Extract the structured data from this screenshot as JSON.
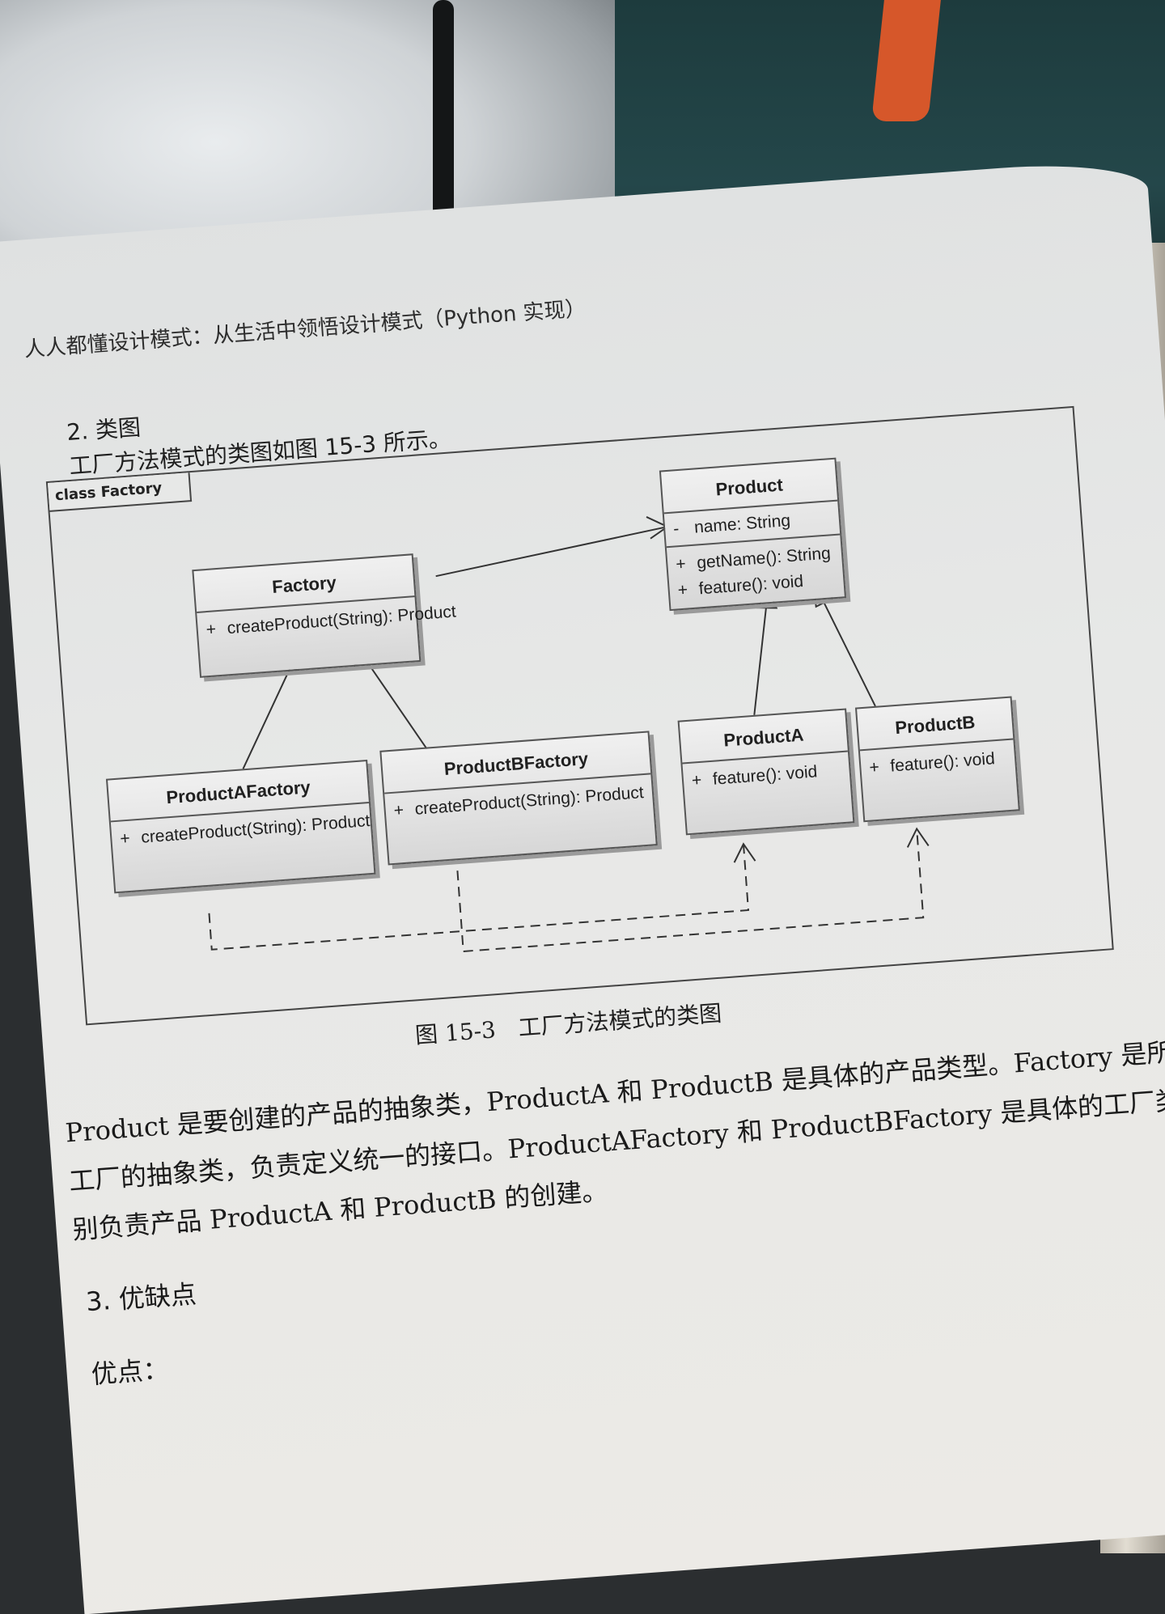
{
  "header": {
    "running_title": "人人都懂设计模式：从生活中领悟设计模式（Python 实现）"
  },
  "section_2": {
    "heading": "2. 类图",
    "intro": "工厂方法模式的类图如图 15-3 所示。"
  },
  "diagram": {
    "frame_label": "class Factory",
    "classes": {
      "factory": {
        "name": "Factory",
        "methods": [
          {
            "vis": "+",
            "sig": "createProduct(String): Product"
          }
        ]
      },
      "product": {
        "name": "Product",
        "attributes": [
          {
            "vis": "-",
            "sig": "name: String"
          }
        ],
        "methods": [
          {
            "vis": "+",
            "sig": "getName(): String"
          },
          {
            "vis": "+",
            "sig": "feature(): void"
          }
        ]
      },
      "product_a_factory": {
        "name": "ProductAFactory",
        "methods": [
          {
            "vis": "+",
            "sig": "createProduct(String): Product"
          }
        ]
      },
      "product_b_factory": {
        "name": "ProductBFactory",
        "methods": [
          {
            "vis": "+",
            "sig": "createProduct(String): Product"
          }
        ]
      },
      "product_a": {
        "name": "ProductA",
        "methods": [
          {
            "vis": "+",
            "sig": "feature(): void"
          }
        ]
      },
      "product_b": {
        "name": "ProductB",
        "methods": [
          {
            "vis": "+",
            "sig": "feature(): void"
          }
        ]
      }
    }
  },
  "figure_caption": "图 15-3　工厂方法模式的类图",
  "body": {
    "line1": "Product 是要创建的产品的抽象类，ProductA 和 ProductB 是具体的产品类型。Factory 是所",
    "line2": "工厂的抽象类，负责定义统一的接口。ProductAFactory 和 ProductBFactory 是具体的工厂类",
    "line3": "别负责产品 ProductA 和 ProductB 的创建。"
  },
  "section_3": {
    "heading": "3. 优缺点",
    "pros_label": "优点："
  }
}
